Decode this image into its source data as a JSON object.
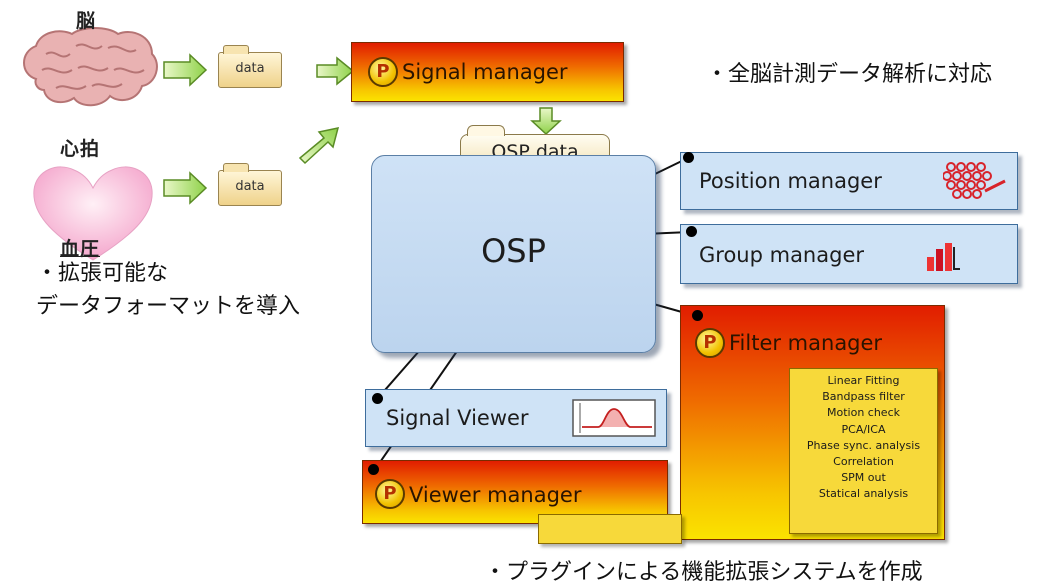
{
  "sources": {
    "brain_label": "脳",
    "heart_label": "心拍",
    "bp_label": "血圧",
    "folder1": "data",
    "folder2": "data"
  },
  "annotations": {
    "top_right": "・全脳計測データ解析に対応",
    "left_line1": "・拡張可能な",
    "left_line2": "データフォーマットを導入",
    "bottom": "・プラグインによる機能拡張システムを作成"
  },
  "signal_manager": {
    "title": "Signal manager",
    "badge": "P"
  },
  "osp_data": {
    "label": "OSP data"
  },
  "osp": {
    "label": "OSP"
  },
  "position_manager": {
    "title": "Position manager"
  },
  "group_manager": {
    "title": "Group manager"
  },
  "filter_manager": {
    "title": "Filter manager",
    "badge": "P",
    "items": [
      "Linear Fitting",
      "Bandpass filter",
      "Motion check",
      "PCA/ICA",
      "Phase sync. analysis",
      "Correlation",
      "SPM out",
      "Statical analysis"
    ]
  },
  "signal_viewer": {
    "title": "Signal Viewer"
  },
  "viewer_manager": {
    "title": "Viewer manager",
    "badge": "P"
  },
  "colors": {
    "accent_blue": "#cfe3f6",
    "arrow_green": "#8fd24a",
    "hot_top": "#e11d00",
    "hot_bottom": "#fbe300"
  }
}
